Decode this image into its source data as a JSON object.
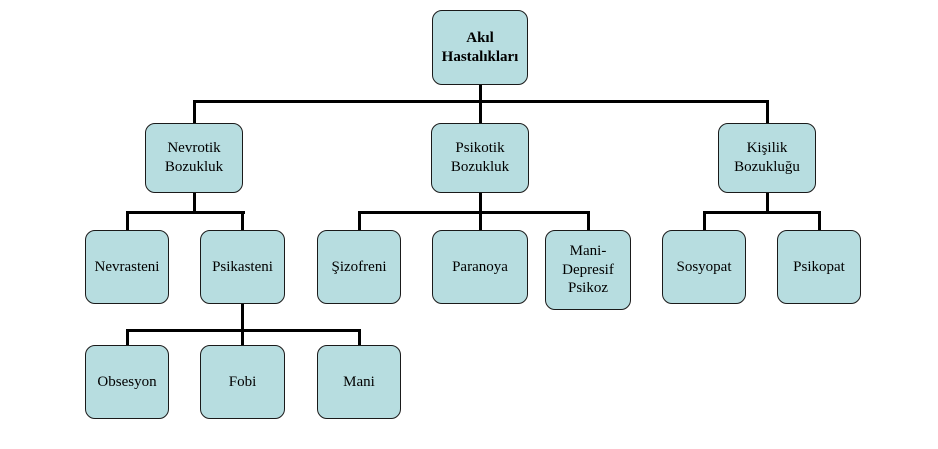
{
  "diagram": {
    "type": "hierarchy-tree",
    "title": "Akıl Hastalıkları",
    "colors": {
      "node_fill": "#b7dde0",
      "node_border": "#1a1a1a",
      "connector": "#000000"
    },
    "nodes": {
      "root": {
        "label": "Akıl Hastalıkları",
        "level": 0
      },
      "nevrotik": {
        "label": "Nevrotik Bozukluk",
        "level": 1,
        "parent": "root"
      },
      "psikotik": {
        "label": "Psikotik Bozukluk",
        "level": 1,
        "parent": "root"
      },
      "kisilik": {
        "label": "Kişilik Bozukluğu",
        "level": 1,
        "parent": "root"
      },
      "nevrasteni": {
        "label": "Nevrasteni",
        "level": 2,
        "parent": "nevrotik"
      },
      "psikasteni": {
        "label": "Psikasteni",
        "level": 2,
        "parent": "nevrotik"
      },
      "sizofreni": {
        "label": "Şizofreni",
        "level": 2,
        "parent": "psikotik"
      },
      "paranoya": {
        "label": "Paranoya",
        "level": 2,
        "parent": "psikotik"
      },
      "manidepresif": {
        "label": "Mani-Depresif Psikoz",
        "level": 2,
        "parent": "psikotik"
      },
      "sosyopat": {
        "label": "Sosyopat",
        "level": 2,
        "parent": "kisilik"
      },
      "psikopat": {
        "label": "Psikopat",
        "level": 2,
        "parent": "kisilik"
      },
      "obsesyon": {
        "label": "Obsesyon",
        "level": 3,
        "parent": "psikasteni"
      },
      "fobi": {
        "label": "Fobi",
        "level": 3,
        "parent": "psikasteni"
      },
      "mani": {
        "label": "Mani",
        "level": 3,
        "parent": "psikasteni"
      }
    }
  }
}
